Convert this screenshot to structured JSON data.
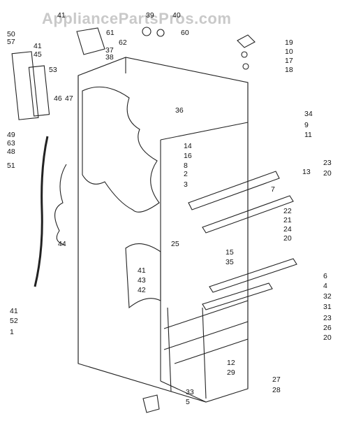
{
  "watermark": "AppliancePartsPros.com",
  "callouts": [
    {
      "id": "c41a",
      "label": "41"
    },
    {
      "id": "c39",
      "label": "39"
    },
    {
      "id": "c40",
      "label": "40"
    },
    {
      "id": "c50",
      "label": "50"
    },
    {
      "id": "c57",
      "label": "57"
    },
    {
      "id": "c41b",
      "label": "41"
    },
    {
      "id": "c45",
      "label": "45"
    },
    {
      "id": "c38",
      "label": "38"
    },
    {
      "id": "c37",
      "label": "37"
    },
    {
      "id": "c62",
      "label": "62"
    },
    {
      "id": "c61",
      "label": "61"
    },
    {
      "id": "c60",
      "label": "60"
    },
    {
      "id": "c53",
      "label": "53"
    },
    {
      "id": "c46",
      "label": "46"
    },
    {
      "id": "c47",
      "label": "47"
    },
    {
      "id": "c49",
      "label": "49"
    },
    {
      "id": "c63",
      "label": "63"
    },
    {
      "id": "c48",
      "label": "48"
    },
    {
      "id": "c51",
      "label": "51"
    },
    {
      "id": "c44",
      "label": "44"
    },
    {
      "id": "c36",
      "label": "36"
    },
    {
      "id": "c19",
      "label": "19"
    },
    {
      "id": "c10",
      "label": "10"
    },
    {
      "id": "c17",
      "label": "17"
    },
    {
      "id": "c18",
      "label": "18"
    },
    {
      "id": "c34",
      "label": "34"
    },
    {
      "id": "c9",
      "label": "9"
    },
    {
      "id": "c11",
      "label": "11"
    },
    {
      "id": "c14",
      "label": "14"
    },
    {
      "id": "c16",
      "label": "16"
    },
    {
      "id": "c8",
      "label": "8"
    },
    {
      "id": "c2",
      "label": "2"
    },
    {
      "id": "c3",
      "label": "3"
    },
    {
      "id": "c13",
      "label": "13"
    },
    {
      "id": "c23a",
      "label": "23"
    },
    {
      "id": "c20a",
      "label": "20"
    },
    {
      "id": "c7",
      "label": "7"
    },
    {
      "id": "c22",
      "label": "22"
    },
    {
      "id": "c21",
      "label": "21"
    },
    {
      "id": "c24",
      "label": "24"
    },
    {
      "id": "c20b",
      "label": "20"
    },
    {
      "id": "c25",
      "label": "25"
    },
    {
      "id": "c15",
      "label": "15"
    },
    {
      "id": "c35",
      "label": "35"
    },
    {
      "id": "c41c",
      "label": "41"
    },
    {
      "id": "c43",
      "label": "43"
    },
    {
      "id": "c42",
      "label": "42"
    },
    {
      "id": "c6",
      "label": "6"
    },
    {
      "id": "c4",
      "label": "4"
    },
    {
      "id": "c32",
      "label": "32"
    },
    {
      "id": "c31",
      "label": "31"
    },
    {
      "id": "c23b",
      "label": "23"
    },
    {
      "id": "c26",
      "label": "26"
    },
    {
      "id": "c20c",
      "label": "20"
    },
    {
      "id": "c12",
      "label": "12"
    },
    {
      "id": "c29",
      "label": "29"
    },
    {
      "id": "c27",
      "label": "27"
    },
    {
      "id": "c28",
      "label": "28"
    },
    {
      "id": "c33",
      "label": "33"
    },
    {
      "id": "c5",
      "label": "5"
    },
    {
      "id": "c41d",
      "label": "41"
    },
    {
      "id": "c52",
      "label": "52"
    },
    {
      "id": "c1",
      "label": "1"
    }
  ]
}
